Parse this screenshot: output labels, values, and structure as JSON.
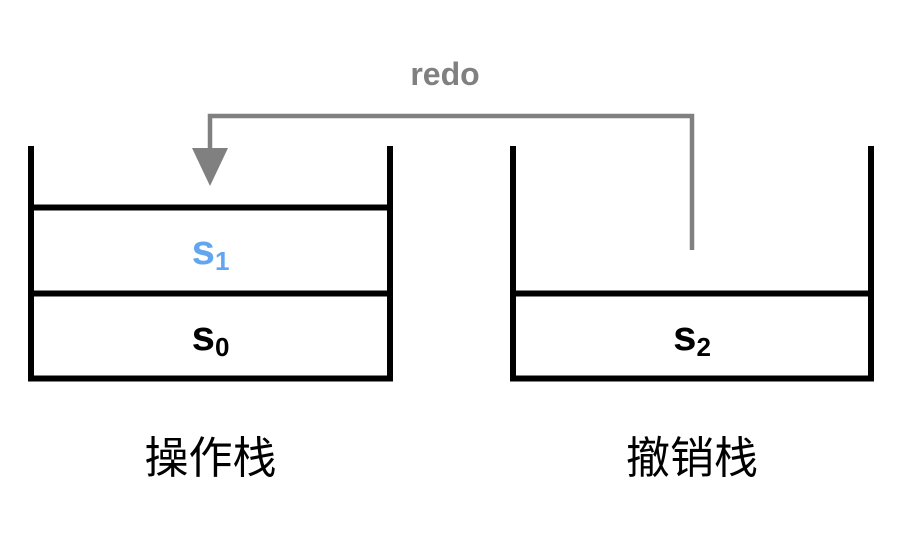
{
  "diagram": {
    "title": "redo operation between operation stack and undo stack",
    "colors": {
      "stack_stroke": "#000000",
      "arrow": "#808080",
      "edge_label_text": "#808080",
      "highlight_item": "#63a6f0",
      "normal_item": "#000000",
      "background": "#ffffff"
    },
    "edges": [
      {
        "name": "redo",
        "label": "redo",
        "from": "undo-stack",
        "to": "operation-stack",
        "color": "#808080"
      }
    ],
    "stacks": [
      {
        "id": "operation-stack",
        "caption": "操作栈",
        "slots": 3,
        "cells": [
          {
            "base": "s",
            "sub": "1",
            "color": "#63a6f0",
            "highlighted": true
          },
          {
            "base": "s",
            "sub": "0",
            "color": "#000000",
            "highlighted": false
          }
        ]
      },
      {
        "id": "undo-stack",
        "caption": "撤销栈",
        "slots": 3,
        "cells": [
          {
            "base": "s",
            "sub": "2",
            "color": "#000000",
            "highlighted": false
          }
        ]
      }
    ]
  }
}
